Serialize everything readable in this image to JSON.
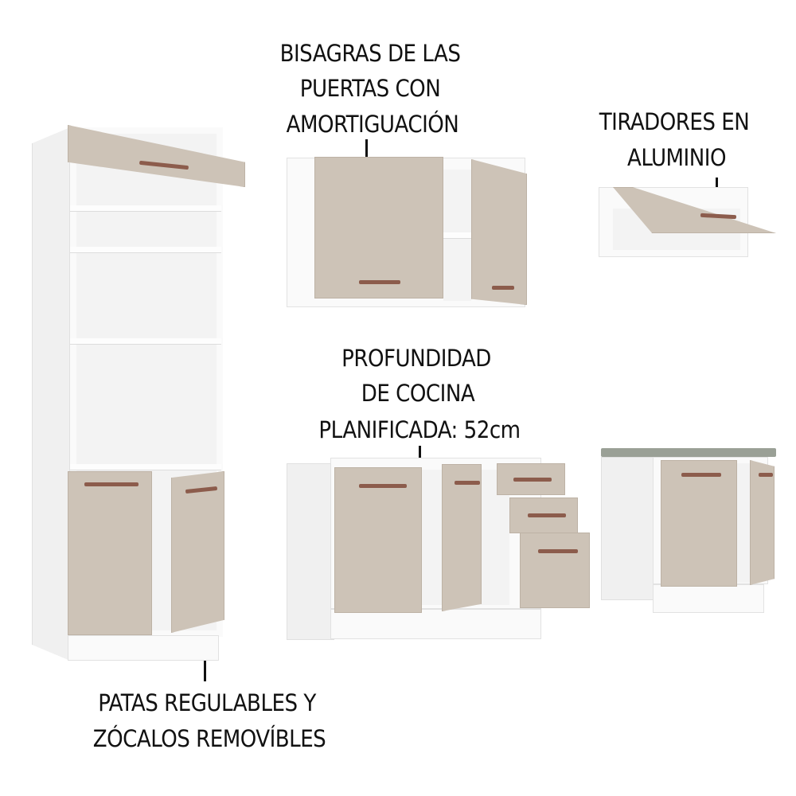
{
  "callouts": {
    "hinges": [
      "BISAGRAS DE LAS",
      "PUERTAS CON",
      "AMORTIGUACIÓN"
    ],
    "handles": [
      "TIRADORES EN",
      "ALUMINIO"
    ],
    "depth": [
      "PROFUNDIDAD",
      "DE COCINA",
      "PLANIFICADA: 52cm"
    ],
    "legs": [
      "PATAS REGULABLES Y",
      "ZÓCALOS REMOVÍBLES"
    ]
  },
  "colors": {
    "door": "#cdc3b7",
    "handle": "#8c5c4c",
    "countertop": "#9aa096"
  }
}
